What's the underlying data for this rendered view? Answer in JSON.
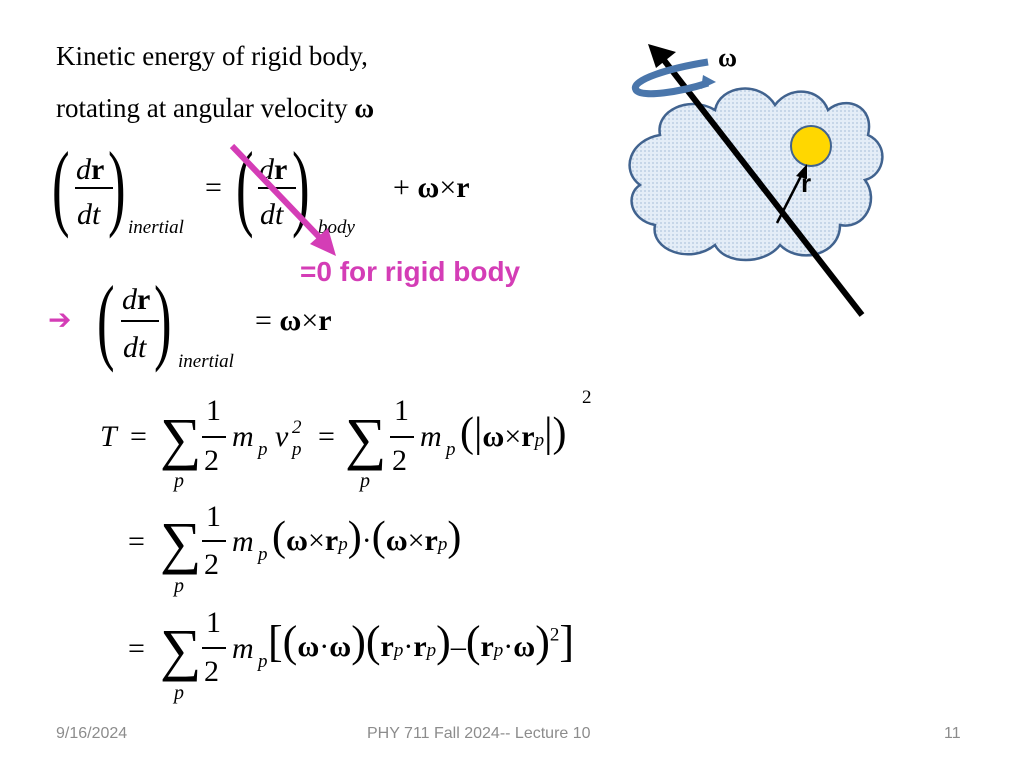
{
  "title_line1": "Kinetic energy of rigid body,",
  "title_line2_text": "rotating at angular velocity ",
  "title_line2_omega": "ω",
  "symbols": {
    "d": "d",
    "r": "r",
    "dt": "dt",
    "omega": "ω",
    "times": "×",
    "plus": "+",
    "equals": "=",
    "dot": "·",
    "minus": "–",
    "sigma": "∑",
    "one": "1",
    "two": "2",
    "sq": "2",
    "p": "p",
    "m": "m",
    "v": "v",
    "T": "T",
    "lparen": "(",
    "rparen": ")",
    "lbrack": "[",
    "rbrack": "]",
    "abs": "|"
  },
  "subscripts": {
    "inertial": "inertial",
    "body": "body"
  },
  "annotation": {
    "text": "=0 for rigid body",
    "color": "#d43db6"
  },
  "implies_arrow": "➔",
  "diagram": {
    "omega_label": "ω",
    "r_label": "r",
    "cloud_color": "#dbe6f3",
    "cloud_stroke": "#41638f",
    "axis_arrow_color": "#4a76ab",
    "particle_color": "#ffd700"
  },
  "footer": {
    "date": "9/16/2024",
    "center": "PHY 711  Fall 2024-- Lecture 10",
    "page": "11"
  }
}
